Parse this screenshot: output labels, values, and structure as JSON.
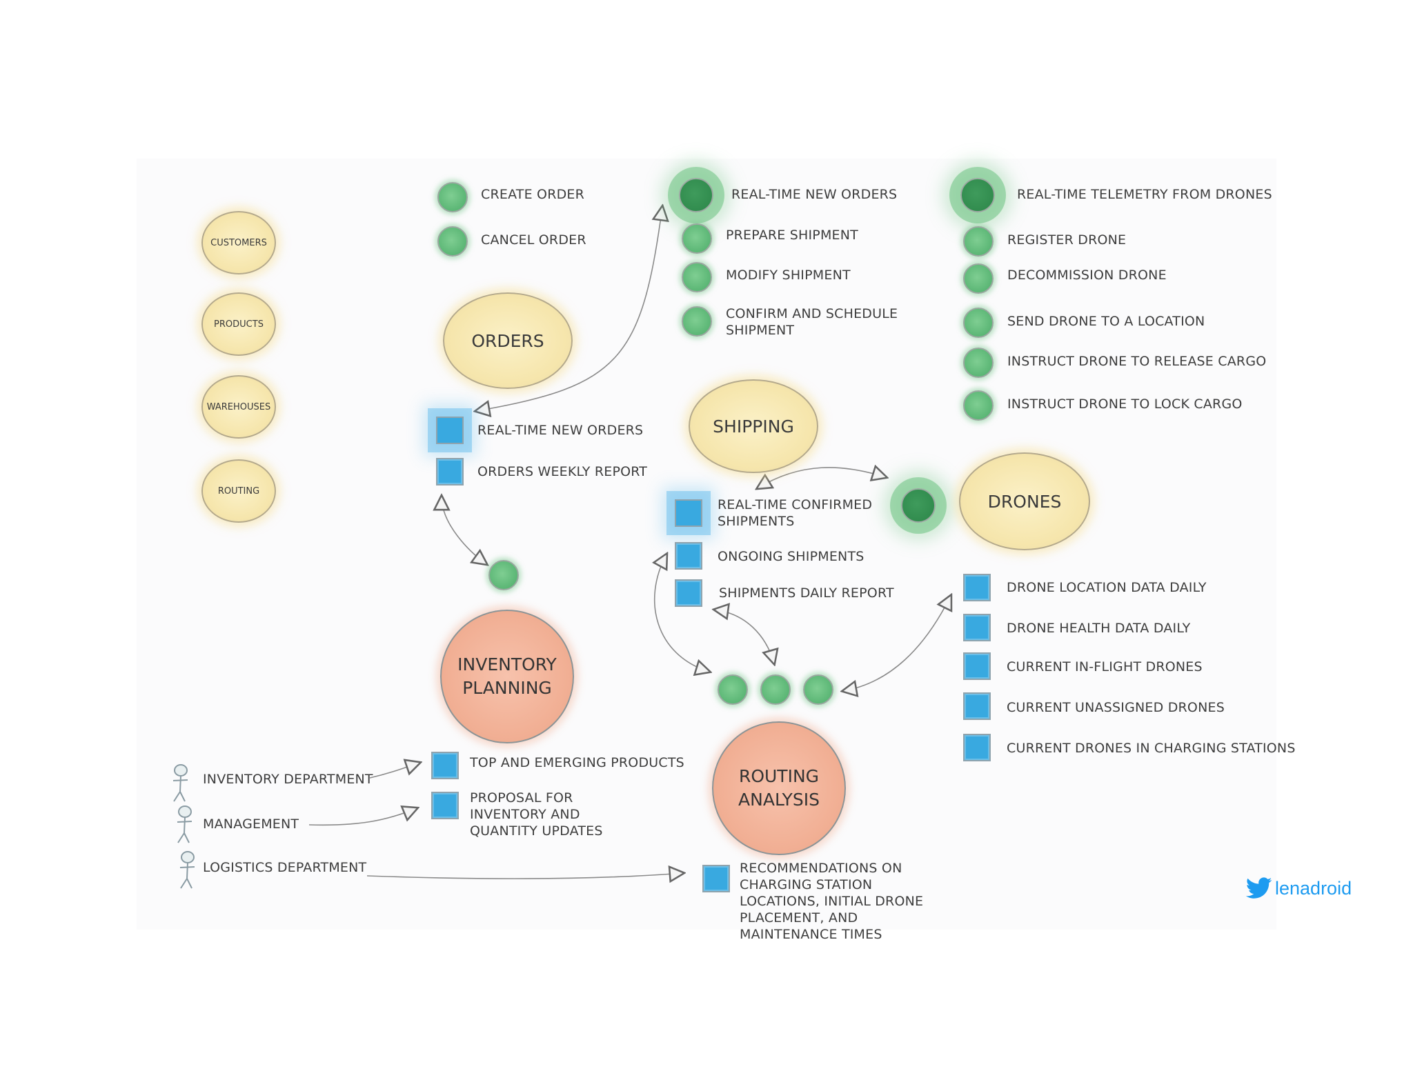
{
  "colors": {
    "context": "#f6e6ad",
    "core": "#f1af94",
    "command": "#5bb675",
    "event": "#39a9e0",
    "twitter": "#1d9bf0"
  },
  "contexts_small": [
    "CUSTOMERS",
    "PRODUCTS",
    "WAREHOUSES",
    "ROUTING"
  ],
  "orders": {
    "title": "ORDERS",
    "commands": [
      "CREATE ORDER",
      "CANCEL ORDER"
    ],
    "events": [
      "REAL-TIME NEW ORDERS",
      "ORDERS WEEKLY REPORT"
    ]
  },
  "shipping": {
    "title": "SHIPPING",
    "commands": [
      "REAL-TIME NEW ORDERS",
      "PREPARE SHIPMENT",
      "MODIFY SHIPMENT",
      "CONFIRM AND SCHEDULE SHIPMENT"
    ],
    "events": [
      "REAL-TIME CONFIRMED SHIPMENTS",
      "ONGOING SHIPMENTS",
      "SHIPMENTS DAILY REPORT"
    ]
  },
  "drones": {
    "title": "DRONES",
    "commands": [
      "REAL-TIME TELEMETRY FROM DRONES",
      "REGISTER DRONE",
      "DECOMMISSION DRONE",
      "SEND DRONE TO A LOCATION",
      "INSTRUCT DRONE TO RELEASE CARGO",
      "INSTRUCT DRONE TO LOCK CARGO"
    ],
    "events": [
      "DRONE LOCATION DATA DAILY",
      "DRONE HEALTH DATA DAILY",
      "CURRENT IN-FLIGHT DRONES",
      "CURRENT UNASSIGNED DRONES",
      "CURRENT DRONES IN CHARGING STATIONS"
    ]
  },
  "inventory": {
    "title": "INVENTORY\nPLANNING",
    "events": [
      "TOP AND EMERGING PRODUCTS",
      "PROPOSAL FOR INVENTORY AND QUANTITY UPDATES"
    ]
  },
  "routing_analysis": {
    "title": "ROUTING\nANALYSIS",
    "events": [
      "RECOMMENDATIONS ON CHARGING STATION LOCATIONS, INITIAL DRONE PLACEMENT, AND MAINTENANCE TIMES"
    ]
  },
  "actors": [
    "INVENTORY DEPARTMENT",
    "MANAGEMENT",
    "LOGISTICS DEPARTMENT"
  ],
  "brand": {
    "icon": "twitter-bird-icon",
    "handle": "lenadroid"
  }
}
